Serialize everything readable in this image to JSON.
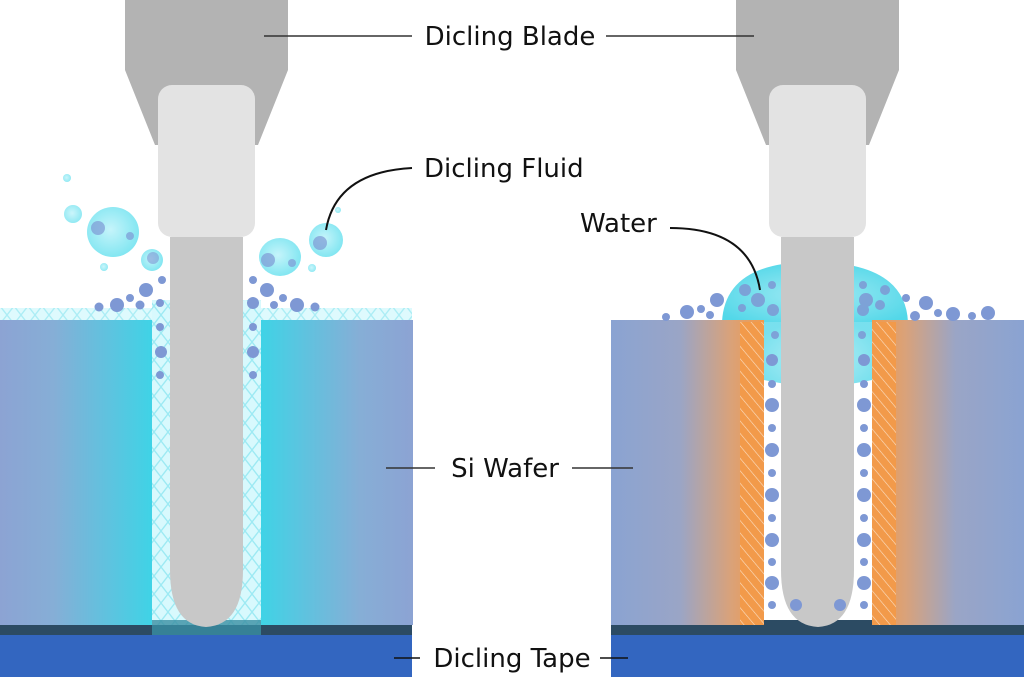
{
  "title": "Dicing comparison: Dicling Fluid vs Water",
  "labels": {
    "blade": "Dicling Blade",
    "fluid": "Dicling Fluid",
    "water": "Water",
    "wafer": "Si Wafer",
    "tape": "Dicling Tape"
  },
  "panels": [
    {
      "name": "left",
      "coolant": "Dicling Fluid",
      "kerf_condition": "clean (cyan fluid fills kerf)"
    },
    {
      "name": "right",
      "coolant": "Water",
      "kerf_condition": "heat-affected (orange hatched kerf walls)"
    }
  ],
  "colors": {
    "blade_holder": "#b3b3b3",
    "blade_collar": "#e3e3e3",
    "blade": "#c8c8c8",
    "wafer": "#8aa3d2",
    "fluid_cyan": "#3fd3e6",
    "heat_orange": "#f29a4a",
    "debris": "#7e98d4",
    "tape_top": "#2c4b63",
    "tape": "#3366c0"
  }
}
